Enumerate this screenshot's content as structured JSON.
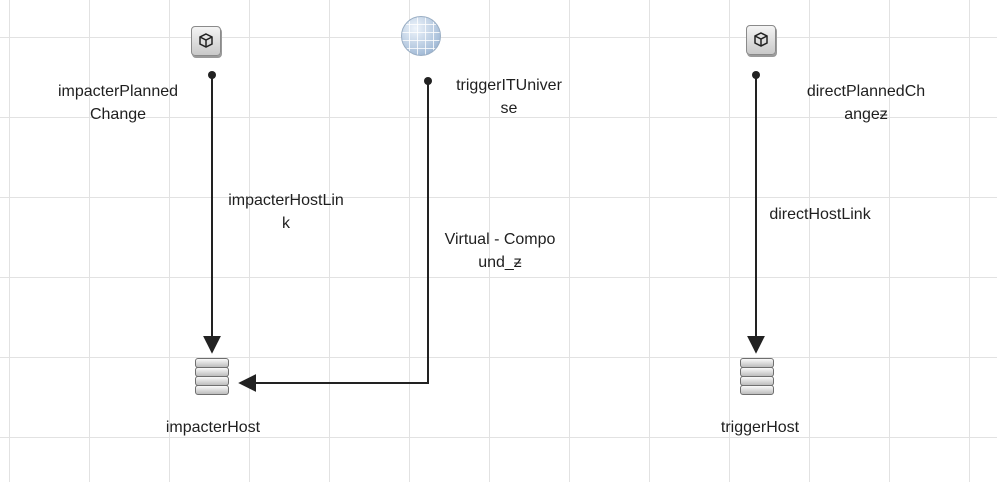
{
  "diagram": {
    "nodes": {
      "impacter_planned_change": {
        "icon": "cube-icon",
        "label": [
          "impacterPlanned",
          "Change"
        ]
      },
      "trigger_it_universe": {
        "icon": "globe-icon",
        "label": [
          "triggerITUniver",
          "se"
        ]
      },
      "direct_planned_change": {
        "icon": "cube-icon",
        "label": [
          "directPlannedCh",
          "angeƶ"
        ]
      },
      "impacter_host": {
        "icon": "server-icon",
        "label": [
          "impacterHost"
        ]
      },
      "trigger_host": {
        "icon": "server-icon",
        "label": [
          "triggerHost"
        ]
      }
    },
    "links": {
      "impacter_host_link": {
        "label": [
          "impacterHostLin",
          "k"
        ]
      },
      "virtual_compound": {
        "label": [
          "Virtual - Compo",
          "und_ƶ"
        ]
      },
      "direct_host_link": {
        "label": [
          "directHostLink"
        ]
      }
    }
  }
}
